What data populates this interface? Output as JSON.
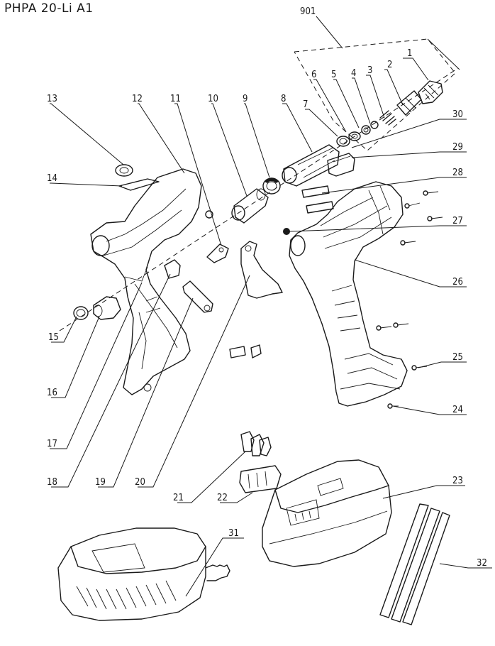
{
  "title": "PHPA 20-Li A1",
  "assembly_label": "901",
  "callouts": [
    "1",
    "2",
    "3",
    "4",
    "5",
    "6",
    "7",
    "8",
    "9",
    "10",
    "11",
    "12",
    "13",
    "14",
    "15",
    "16",
    "17",
    "18",
    "19",
    "20",
    "21",
    "22",
    "23",
    "24",
    "25",
    "26",
    "27",
    "28",
    "29",
    "30",
    "31",
    "32"
  ]
}
